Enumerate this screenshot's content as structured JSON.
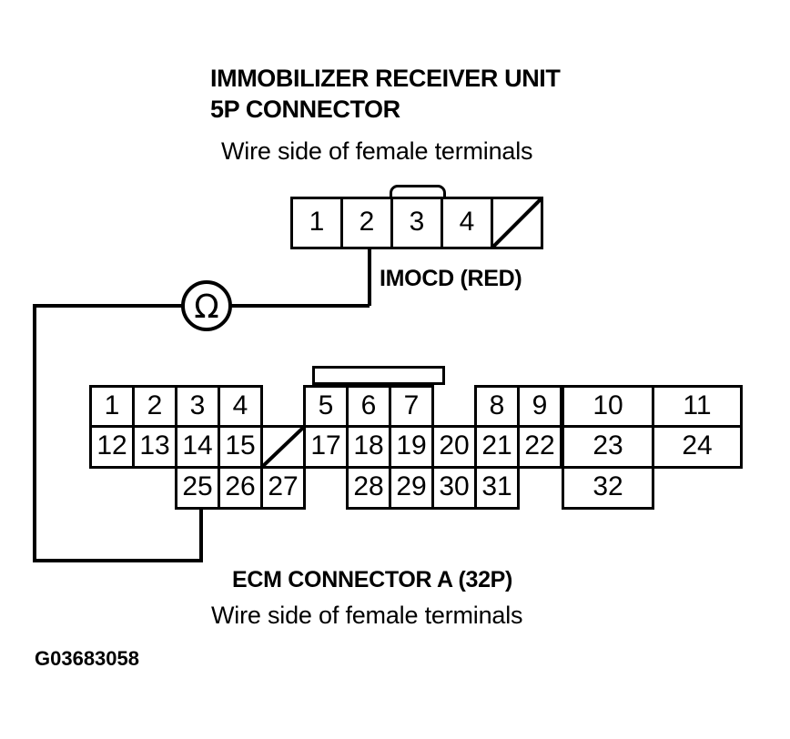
{
  "figure": {
    "code": "G03683058",
    "background_color": "#ffffff",
    "line_color": "#000000"
  },
  "top_connector": {
    "title_line1": "IMMOBILIZER RECEIVER UNIT",
    "title_line2": "5P CONNECTOR",
    "subtitle": "Wire side of female terminals",
    "wire_label": "IMOCD (RED)",
    "probe_terminal": "2",
    "cells": [
      {
        "label": "1",
        "blank": false
      },
      {
        "label": "2",
        "blank": false
      },
      {
        "label": "3",
        "blank": false
      },
      {
        "label": "4",
        "blank": false
      },
      {
        "label": "",
        "blank": true
      }
    ]
  },
  "meter": {
    "symbol": "Ω",
    "name": "ohmmeter"
  },
  "ecm_connector": {
    "title": "ECM CONNECTOR A (32P)",
    "subtitle": "Wire side of female terminals",
    "probe_terminal": "25",
    "rows": [
      {
        "row": 1,
        "cells": [
          {
            "label": "1",
            "blank": false
          },
          {
            "label": "2",
            "blank": false
          },
          {
            "label": "3",
            "blank": false
          },
          {
            "label": "4",
            "blank": false
          },
          {
            "label": "5",
            "blank": false
          },
          {
            "label": "6",
            "blank": false
          },
          {
            "label": "7",
            "blank": false
          },
          {
            "label": "8",
            "blank": false
          },
          {
            "label": "9",
            "blank": false
          },
          {
            "label": "10",
            "blank": false
          },
          {
            "label": "11",
            "blank": false
          }
        ]
      },
      {
        "row": 2,
        "cells": [
          {
            "label": "12",
            "blank": false
          },
          {
            "label": "13",
            "blank": false
          },
          {
            "label": "14",
            "blank": false
          },
          {
            "label": "15",
            "blank": false
          },
          {
            "label": "",
            "blank": true
          },
          {
            "label": "17",
            "blank": false
          },
          {
            "label": "18",
            "blank": false
          },
          {
            "label": "19",
            "blank": false
          },
          {
            "label": "20",
            "blank": false
          },
          {
            "label": "21",
            "blank": false
          },
          {
            "label": "22",
            "blank": false
          },
          {
            "label": "23",
            "blank": false
          },
          {
            "label": "24",
            "blank": false
          }
        ]
      },
      {
        "row": 3,
        "cells": [
          {
            "label": "25",
            "blank": false
          },
          {
            "label": "26",
            "blank": false
          },
          {
            "label": "27",
            "blank": false
          },
          {
            "label": "28",
            "blank": false
          },
          {
            "label": "29",
            "blank": false
          },
          {
            "label": "30",
            "blank": false
          },
          {
            "label": "31",
            "blank": false
          },
          {
            "label": "32",
            "blank": false
          }
        ]
      }
    ]
  }
}
